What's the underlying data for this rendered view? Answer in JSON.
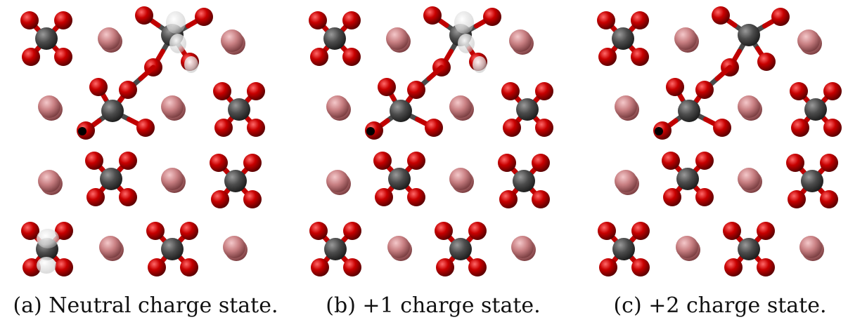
{
  "colors": {
    "oxygen": "#c00000",
    "oxygen_highlight": "#ff5a5a",
    "oxygen_shadow": "#6a0000",
    "carbon": "#4a4a4a",
    "carbon_highlight": "#8a8a8a",
    "cation": "#c87f82",
    "cation_highlight": "#f0c0c2",
    "bond_oxygen": "#c00000",
    "bond_carbon": "#4a4a4a",
    "ghost": "#dddddd",
    "marker": "#000000"
  },
  "panels": [
    {
      "id": "a",
      "caption": "(a) Neutral charge state.",
      "density_clouds": "top-center-and-bottom-left"
    },
    {
      "id": "b",
      "caption": "(b) +1 charge state.",
      "density_clouds": "top-center"
    },
    {
      "id": "c",
      "caption": "(c) +2 charge state.",
      "density_clouds": "none"
    }
  ]
}
